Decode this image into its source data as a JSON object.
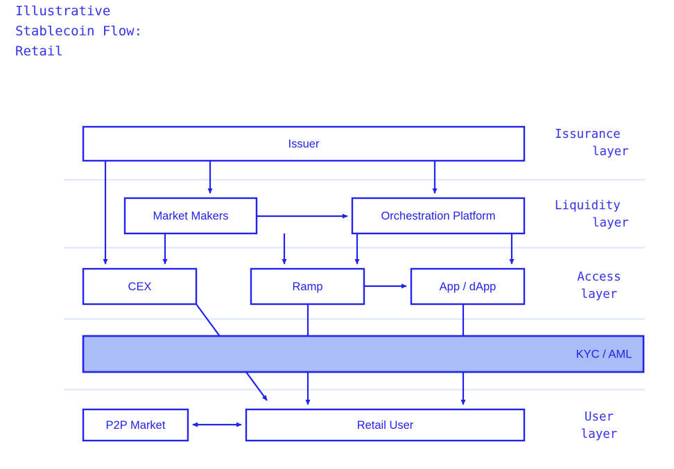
{
  "title": {
    "lines": [
      "Illustrative",
      "Stablecoin Flow:",
      "Retail"
    ]
  },
  "colors": {
    "stroke": "#2222ee",
    "text": "#2222ee",
    "title_text": "#3333ee",
    "band_fill": "#aabdf7",
    "separator": "#dfe6fb",
    "background": "#ffffff"
  },
  "layers": [
    {
      "id": "issuance",
      "lines": [
        "Issurance",
        "layer"
      ],
      "align": "right"
    },
    {
      "id": "liquidity",
      "lines": [
        "Liquidity",
        "layer"
      ],
      "align": "right"
    },
    {
      "id": "access",
      "lines": [
        "Access",
        "layer"
      ],
      "align": "center"
    },
    {
      "id": "kyc",
      "lines": [],
      "align": "center"
    },
    {
      "id": "user",
      "lines": [
        "User",
        "layer"
      ],
      "align": "center"
    }
  ],
  "nodes": {
    "issuer": {
      "label": "Issuer"
    },
    "market_makers": {
      "label": "Market Makers"
    },
    "orchestration": {
      "label": "Orchestration Platform"
    },
    "cex": {
      "label": "CEX"
    },
    "ramp": {
      "label": "Ramp"
    },
    "app_dapp": {
      "label": "App / dApp"
    },
    "kyc_band": {
      "label": "KYC / AML"
    },
    "p2p_market": {
      "label": "P2P Market"
    },
    "retail_user": {
      "label": "Retail User"
    }
  },
  "layer_labels": {
    "issuance_line1": "Issurance",
    "issuance_line2": "layer",
    "liquidity_line1": "Liquidity",
    "liquidity_line2": "layer",
    "access_line1": "Access",
    "access_line2": "layer",
    "user_line1": "User",
    "user_line2": "layer"
  },
  "chart_data": {
    "type": "diagram",
    "title": "Illustrative Stablecoin Flow: Retail",
    "layer_names": [
      "Issurance layer",
      "Liquidity layer",
      "Access layer",
      "KYC / AML",
      "User layer"
    ],
    "node_labels": [
      "Issuer",
      "Market Makers",
      "Orchestration Platform",
      "CEX",
      "Ramp",
      "App / dApp",
      "KYC / AML",
      "P2P Market",
      "Retail User"
    ],
    "edges": [
      {
        "from": "Issuer",
        "to": "CEX",
        "type": "arrow"
      },
      {
        "from": "Issuer",
        "to": "Market Makers",
        "type": "arrow"
      },
      {
        "from": "Issuer",
        "to": "Orchestration Platform",
        "type": "arrow"
      },
      {
        "from": "Market Makers",
        "to": "Orchestration Platform",
        "type": "arrow"
      },
      {
        "from": "Market Makers",
        "to": "CEX",
        "type": "arrow"
      },
      {
        "from": "Market Makers",
        "to": "Ramp",
        "type": "arrow"
      },
      {
        "from": "Orchestration Platform",
        "to": "Ramp",
        "type": "arrow"
      },
      {
        "from": "Orchestration Platform",
        "to": "App / dApp",
        "type": "arrow"
      },
      {
        "from": "Ramp",
        "to": "App / dApp",
        "type": "arrow"
      },
      {
        "from": "CEX",
        "to": "Retail User",
        "type": "arrow-diagonal"
      },
      {
        "from": "Ramp",
        "to": "Retail User",
        "type": "arrow"
      },
      {
        "from": "App / dApp",
        "to": "Retail User",
        "type": "arrow"
      },
      {
        "from": "P2P Market",
        "to": "Retail User",
        "type": "arrow-bidirectional"
      }
    ]
  }
}
